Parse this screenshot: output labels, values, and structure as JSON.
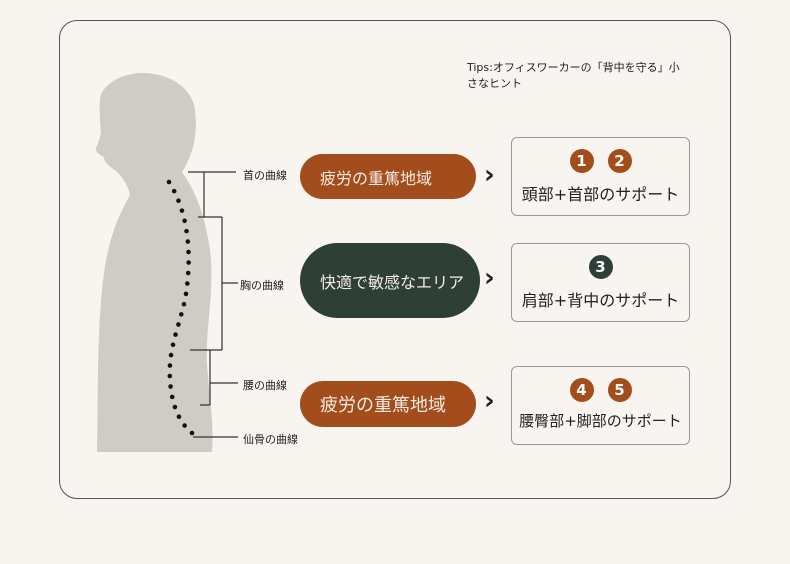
{
  "tips": "Tips:オフィスワーカーの「背中を守る」小さなヒント",
  "curves": {
    "neck": "首の曲線",
    "chest": "胸の曲線",
    "lumbar": "腰の曲線",
    "sacral": "仙骨の曲線"
  },
  "zones": [
    {
      "label": "疲労の重篤地域",
      "color": "#a34d1c",
      "arrow": "›",
      "numbers": [
        "1",
        "2"
      ],
      "support": "頭部+首部のサポート"
    },
    {
      "label": "快適で敏感なエリア",
      "color": "#2e3f37",
      "arrow": "›",
      "numbers": [
        "3"
      ],
      "support": "肩部+背中のサポート"
    },
    {
      "label": "疲労の重篤地域",
      "color": "#a34d1c",
      "arrow": "›",
      "numbers": [
        "4",
        "5"
      ],
      "support": "腰臀部+脚部のサポート"
    }
  ]
}
